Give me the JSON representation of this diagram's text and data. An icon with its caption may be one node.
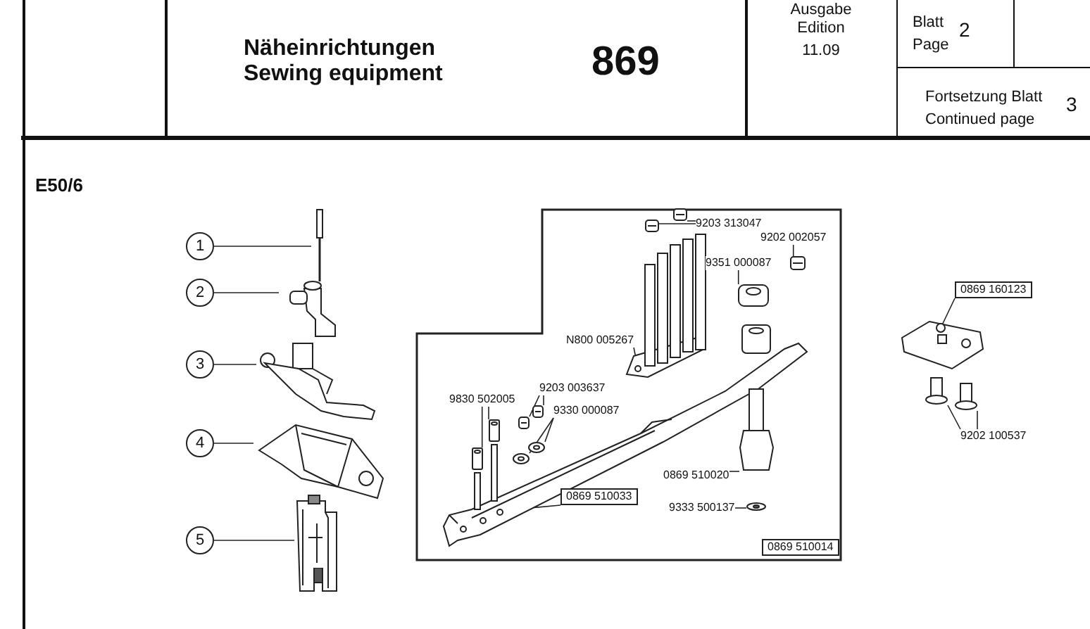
{
  "diagram": {
    "nodes": [
      {
        "text": [
          "1"
        ]
      },
      {
        "text": [
          "2"
        ]
      },
      {
        "text": [
          "3"
        ]
      },
      {
        "text": [
          "4"
        ]
      },
      {
        "text": [
          "5"
        ]
      },
      {
        "text": [],
        "shape": "picture"
      },
      {
        "text": [],
        "shape": "picture"
      },
      {
        "text": [],
        "shape": "picture"
      },
      {
        "text": [],
        "shape": "picture"
      },
      {
        "text": [],
        "shape": "picture"
      },
      {
        "text": [],
        "shape": "box"
      },
      {
        "text": [
          "9203 313047"
        ],
        "in": 10
      },
      {
        "text": [
          "9202 002057"
        ],
        "in": 10
      },
      {
        "text": [
          "9351 000087"
        ],
        "in": 10
      },
      {
        "text": [
          "N800 005267"
        ],
        "in": 10
      },
      {
        "text": [
          "9830 502005"
        ],
        "in": 10
      },
      {
        "text": [
          "9203 003637"
        ],
        "in": 10
      },
      {
        "text": [
          "9330 000087"
        ],
        "in": 10
      },
      {
        "text": [
          "0869 510033"
        ],
        "in": 10
      },
      {
        "text": [
          "0869 510020"
        ],
        "in": 10
      },
      {
        "text": [
          "9333 500137"
        ],
        "in": 10
      },
      {
        "text": [
          "0869 160123"
        ]
      },
      {
        "text": [
          "9202 100537"
        ]
      },
      {
        "text": [
          "0869 510014"
        ],
        "in": 10
      },
      {
        "text": [],
        "shape": "picture",
        "in": 10
      },
      {
        "text": [],
        "shape": "picture",
        "in": 10
      },
      {
        "text": [],
        "shape": "picture",
        "in": 10
      },
      {
        "text": [],
        "shape": "picture",
        "in": 10
      },
      {
        "text": [],
        "shape": "picture",
        "in": 10
      },
      {
        "text": [],
        "shape": "picture",
        "in": 10
      },
      {
        "text": [],
        "shape": "picture",
        "in": 10
      },
      {
        "text": [],
        "shape": "picture",
        "in": 10
      },
      {
        "text": [],
        "shape": "picture",
        "in": 10
      },
      {
        "text": [],
        "shape": "picture",
        "in": 10
      },
      {
        "text": [],
        "shape": "picture",
        "in": 10
      },
      {
        "text": [],
        "shape": "picture",
        "in": 10
      },
      {
        "text": [],
        "shape": "picture",
        "in": 10
      },
      {
        "text": [],
        "shape": "picture",
        "in": 10
      },
      {
        "text": [],
        "shape": "picture"
      },
      {
        "text": [],
        "shape": "picture"
      },
      {
        "text": [],
        "shape": "picture"
      }
    ],
    "edges": [
      {
        "from": 0,
        "to": 5,
        "arrow": "none"
      },
      {
        "from": 1,
        "to": 6,
        "arrow": "none"
      },
      {
        "from": 2,
        "to": 7,
        "arrow": "none"
      },
      {
        "from": 3,
        "to": 8,
        "arrow": "none"
      },
      {
        "from": 4,
        "to": 9,
        "arrow": "none"
      },
      {
        "from": 11,
        "to": 24,
        "arrow": "none"
      },
      {
        "from": 11,
        "to": 25,
        "arrow": "none"
      },
      {
        "from": 12,
        "to": 26,
        "arrow": "none"
      },
      {
        "from": 13,
        "to": 27,
        "arrow": "none"
      },
      {
        "from": 14,
        "to": 28,
        "arrow": "none"
      },
      {
        "from": 15,
        "to": 29,
        "arrow": "none"
      },
      {
        "from": 15,
        "to": 30,
        "arrow": "none"
      },
      {
        "from": 16,
        "to": 31,
        "arrow": "none"
      },
      {
        "from": 16,
        "to": 32,
        "arrow": "none"
      },
      {
        "from": 17,
        "to": 33,
        "arrow": "none"
      },
      {
        "from": 17,
        "to": 34,
        "arrow": "none"
      },
      {
        "from": 18,
        "to": 35,
        "arrow": "none"
      },
      {
        "from": 19,
        "to": 36,
        "arrow": "none"
      },
      {
        "from": 20,
        "to": 37,
        "arrow": "none"
      },
      {
        "from": 21,
        "to": 38,
        "arrow": "none"
      },
      {
        "from": 22,
        "to": 39,
        "arrow": "none"
      },
      {
        "from": 22,
        "to": 40,
        "arrow": "none"
      }
    ],
    "labels": [
      "Näheinrichtungen",
      "Sewing equipment",
      "869",
      "Ausgabe",
      "Edition",
      "11.09",
      "Blatt",
      "Page",
      "2",
      "Fortsetzung Blatt",
      "Continued page",
      "3",
      "E50/6"
    ]
  }
}
